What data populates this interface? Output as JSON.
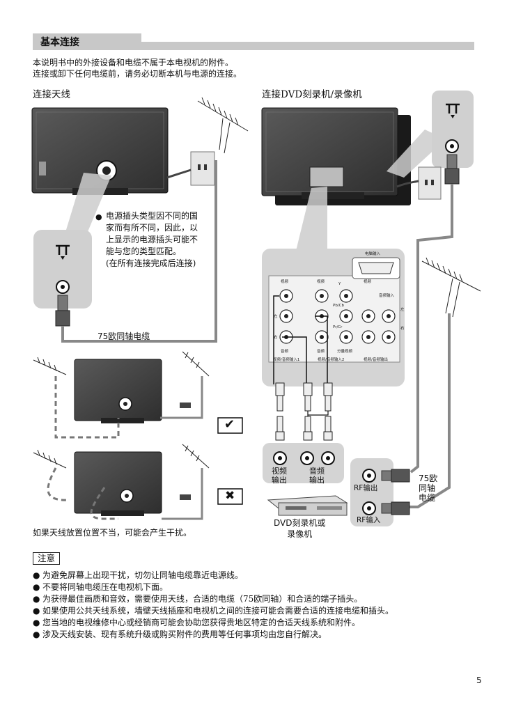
{
  "header": {
    "title": "基本连接"
  },
  "intro": [
    "本说明书中的外接设备和电缆不属于本电视机的附件。",
    "连接或卸下任何电缆前，请务必切断本机与电源的连接。"
  ],
  "sections": {
    "antenna": "连接天线",
    "dvd": "连接DVD刻录机/录像机"
  },
  "plug_note": [
    "电源插头类型因不同的国",
    "家而有所不同，因此，以",
    "上显示的电源插头可能不",
    "能与您的类型匹配。",
    "(在所有连接完成后连接)"
  ],
  "cable_label": "75欧同轴电缆",
  "panel": {
    "pc_input": "电脑输入",
    "video": "视频",
    "audio": "音频",
    "audio_in": "音频输入",
    "left": "左",
    "right": "右",
    "component": "分量视频",
    "av_in1": "视频/音频输入1",
    "av_in2": "视频/音频输入2",
    "av_out": "视频/音频输出",
    "y": "Y",
    "pb": "Pb/Cb",
    "pr": "Pr/Cr"
  },
  "recorder": {
    "video_out": "视频\n输出",
    "audio_out": "音频\n输出",
    "rf_out": "RF输出",
    "rf_in": "RF输入",
    "device": "DVD刻录机或\n录像机",
    "cable": "75欧\n同轴\n电缆"
  },
  "marks": {
    "correct": "✔",
    "wrong": "✖"
  },
  "interference": "如果天线放置位置不当，可能会产生干扰。",
  "notes_title": "注意",
  "notes": [
    "为避免屏幕上出现干扰，切勿让同轴电缆靠近电源线。",
    "不要将同轴电缆压在电视机下面。",
    "为获得最佳画质和音效，需要使用天线，合适的电缆（75欧同轴）和合适的端子插头。",
    "如果使用公共天线系统，墙壁天线插座和电视机之间的连接可能会需要合适的连接电缆和插头。",
    "您当地的电视维修中心或经销商可能会协助您获得贵地区特定的合适天线系统和附件。",
    "涉及天线安装、现有系统升级或购买附件的费用等任何事项均由您自行解决。"
  ],
  "page_number": "5"
}
